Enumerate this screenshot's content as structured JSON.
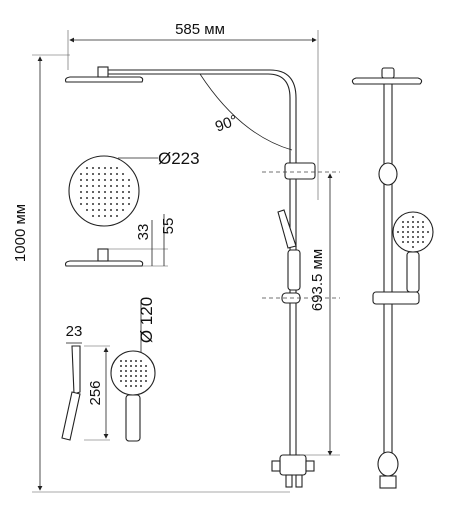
{
  "dimensions": {
    "width_label": "585 мм",
    "height_label": "1000 мм",
    "angle_label": "90°",
    "head_diameter_label": "Ø223",
    "head_thickness_small_label": "33",
    "head_thickness_large_label": "55",
    "hand_diameter_label": "Ø 120",
    "hand_offset_label": "23",
    "hand_length_label": "256",
    "rail_height_label": "693.5 мм"
  }
}
